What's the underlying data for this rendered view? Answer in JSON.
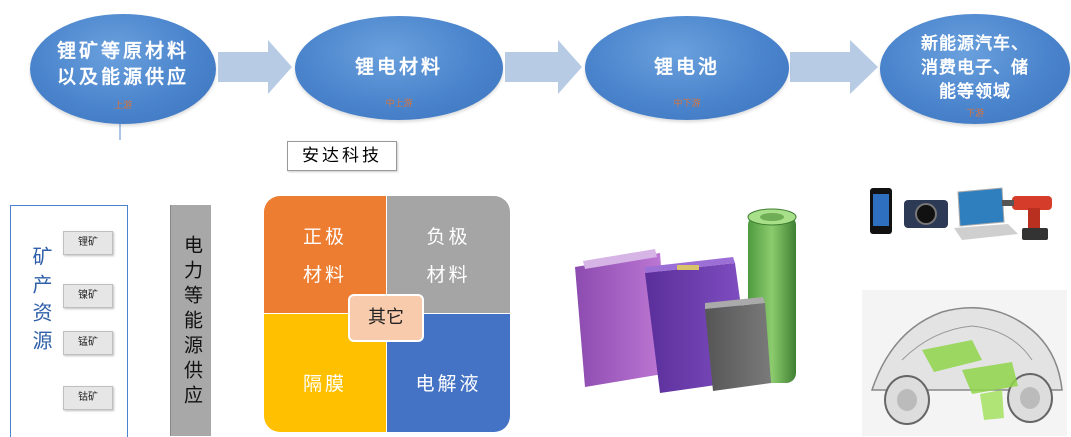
{
  "stages": [
    {
      "title": "锂矿等原材料\n以及能源供应",
      "sub": "上游"
    },
    {
      "title": "锂电材料",
      "sub": "中上游"
    },
    {
      "title": "锂电池",
      "sub": "中下游"
    },
    {
      "title": "新能源汽车、\n消费电子、储\n能等领域",
      "sub": "下游"
    }
  ],
  "company": "安达科技",
  "mineral_group_title": "矿产资源",
  "minerals": [
    "锂矿",
    "镍矿",
    "锰矿",
    "钴矿"
  ],
  "power_supply": "电力等能源供应",
  "materials": {
    "cathode": "正极\n材料",
    "anode": "负极\n材料",
    "separator": "隔膜",
    "electrolyte": "电解液",
    "other": "其它"
  },
  "colors": {
    "stage_blue": "#4a84cc",
    "cathode": "#ed7d31",
    "anode": "#a5a5a5",
    "separator": "#ffc000",
    "electrolyte": "#4472c4",
    "other": "#f8cbad"
  }
}
